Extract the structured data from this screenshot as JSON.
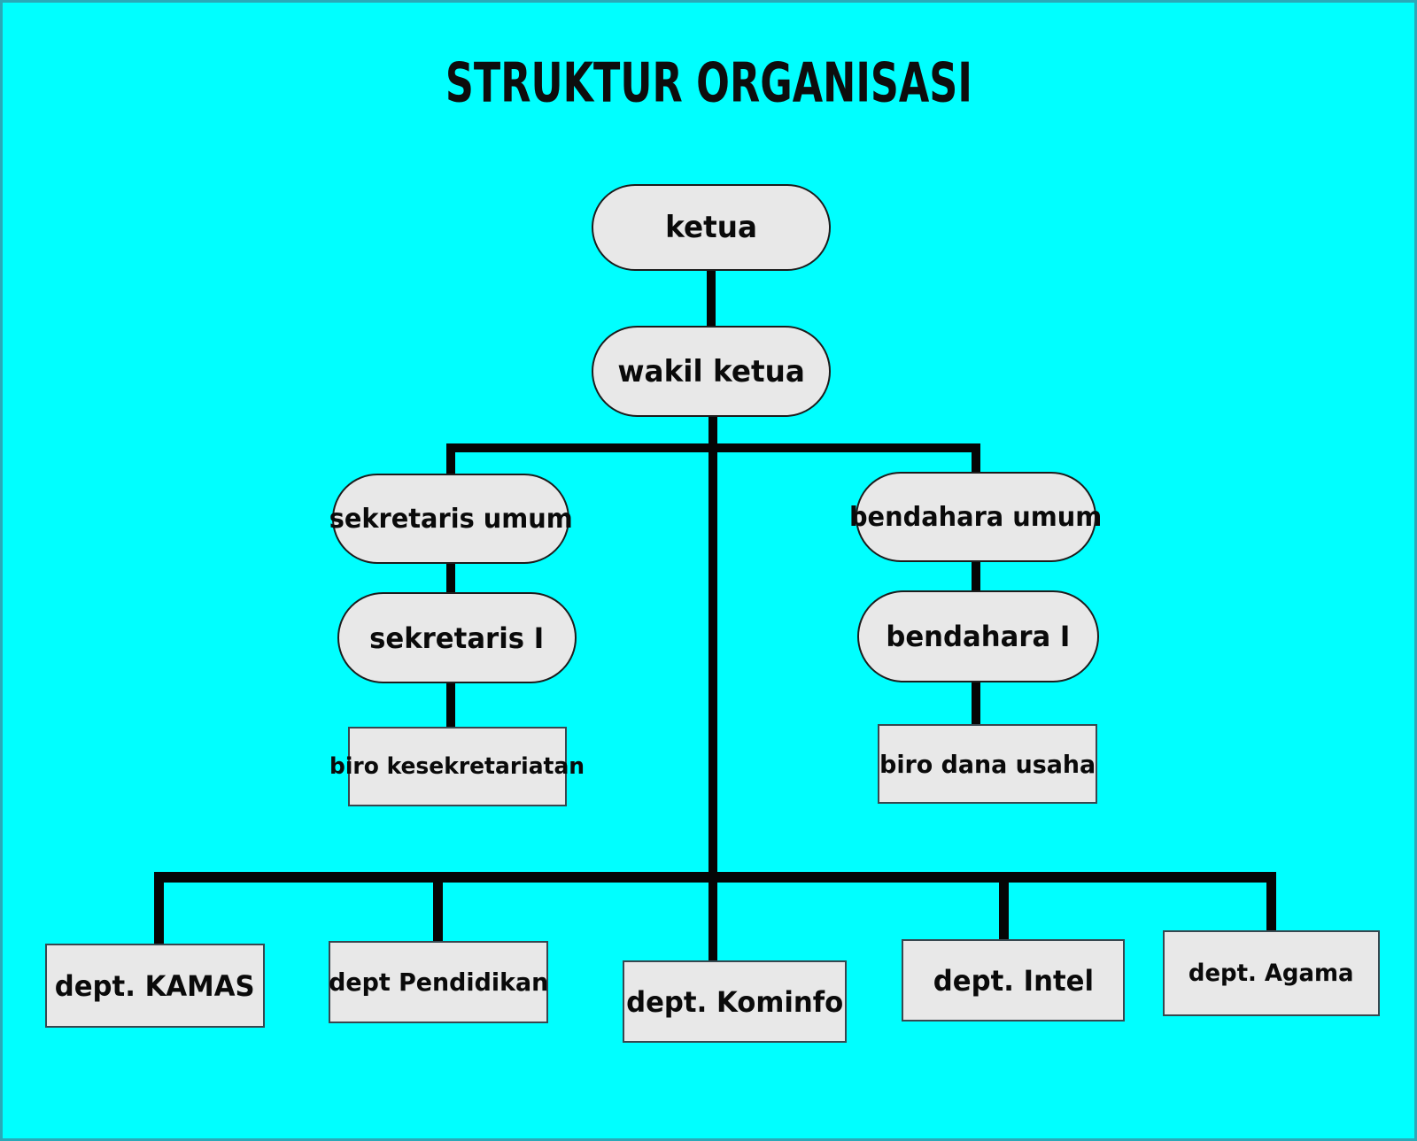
{
  "title": "STRUKTUR ORGANISASI",
  "colors": {
    "background": "#00ffff",
    "frame_border": "#2aa9b8",
    "node_fill": "#e8e8e8",
    "node_border": "#1c1c1c",
    "connector": "#050505",
    "text": "#0a0a0a"
  },
  "nodes": [
    {
      "id": "ketua",
      "label": "ketua",
      "shape": "stadium"
    },
    {
      "id": "wakil-ketua",
      "label": "wakil ketua",
      "shape": "stadium"
    },
    {
      "id": "sekretaris-umum",
      "label": "sekretaris umum",
      "shape": "stadium"
    },
    {
      "id": "sekretaris-1",
      "label": "sekretaris I",
      "shape": "stadium"
    },
    {
      "id": "biro-kesekretariatan",
      "label": "biro kesekretariatan",
      "shape": "rect"
    },
    {
      "id": "bendahara-umum",
      "label": "bendahara umum",
      "shape": "stadium"
    },
    {
      "id": "bendahara-1",
      "label": "bendahara I",
      "shape": "stadium"
    },
    {
      "id": "biro-dana-usaha",
      "label": "biro dana usaha",
      "shape": "rect"
    },
    {
      "id": "dept-kamas",
      "label": "dept. KAMAS",
      "shape": "rect"
    },
    {
      "id": "dept-pendidikan",
      "label": "dept Pendidikan",
      "shape": "rect"
    },
    {
      "id": "dept-kominfo",
      "label": "dept. Kominfo",
      "shape": "rect"
    },
    {
      "id": "dept-intel",
      "label": "dept. Intel",
      "shape": "rect"
    },
    {
      "id": "dept-agama",
      "label": "dept. Agama",
      "shape": "rect"
    }
  ],
  "edges": [
    {
      "from": "ketua",
      "to": "wakil-ketua"
    },
    {
      "from": "wakil-ketua",
      "to": "sekretaris-umum"
    },
    {
      "from": "sekretaris-umum",
      "to": "sekretaris-1"
    },
    {
      "from": "sekretaris-1",
      "to": "biro-kesekretariatan"
    },
    {
      "from": "wakil-ketua",
      "to": "bendahara-umum"
    },
    {
      "from": "bendahara-umum",
      "to": "bendahara-1"
    },
    {
      "from": "bendahara-1",
      "to": "biro-dana-usaha"
    },
    {
      "from": "wakil-ketua",
      "to": "dept-kamas"
    },
    {
      "from": "wakil-ketua",
      "to": "dept-pendidikan"
    },
    {
      "from": "wakil-ketua",
      "to": "dept-kominfo"
    },
    {
      "from": "wakil-ketua",
      "to": "dept-intel"
    },
    {
      "from": "wakil-ketua",
      "to": "dept-agama"
    }
  ]
}
